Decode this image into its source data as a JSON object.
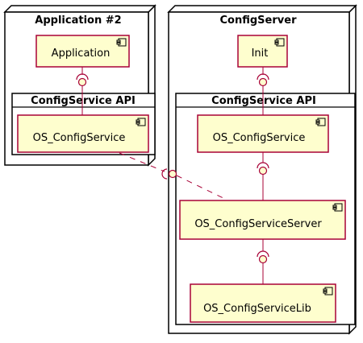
{
  "nodes": {
    "app2": {
      "title": "Application #2"
    },
    "configserver": {
      "title": "ConfigServer"
    }
  },
  "packages": {
    "app2_api": {
      "title": "ConfigService API"
    },
    "server_api": {
      "title": "ConfigService API"
    }
  },
  "components": {
    "application": "Application",
    "os_configservice_client": "OS_ConfigService",
    "init": "Init",
    "os_configservice_server": "OS_ConfigService",
    "os_configserviceserver": "OS_ConfigServiceServer",
    "os_configservicelib": "OS_ConfigServiceLib"
  },
  "colors": {
    "component_fill": "#FEFECE",
    "component_border": "#A80036",
    "frame_border": "#000000"
  }
}
